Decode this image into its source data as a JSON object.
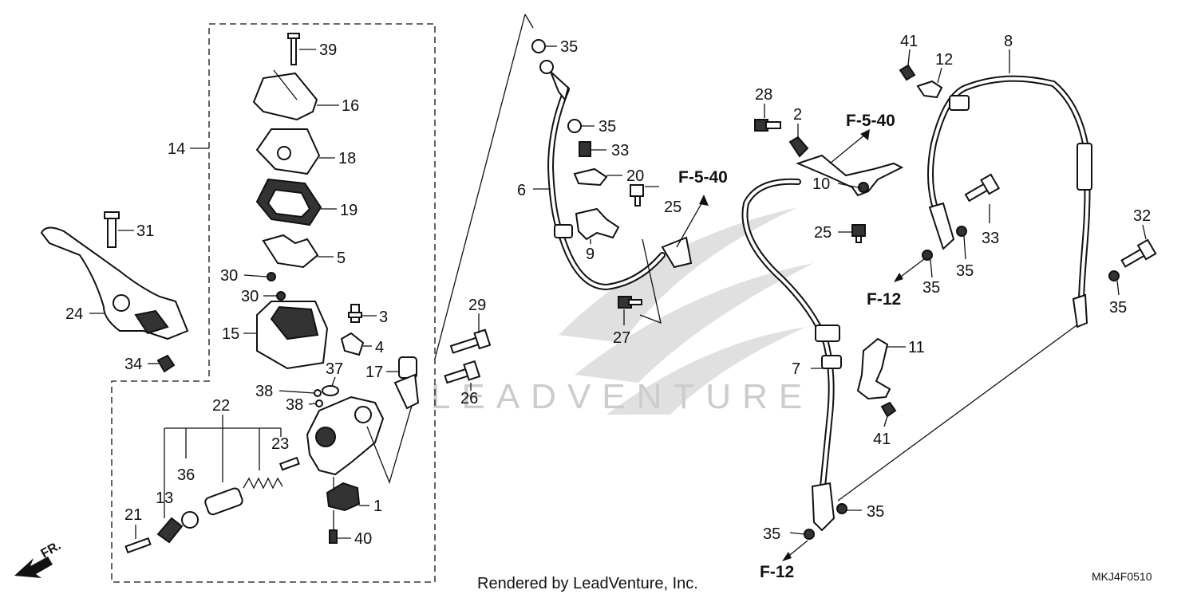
{
  "diagram": {
    "title": "Front brake master cylinder and brake hoses (parts diagram)",
    "watermark": "LEADVENTURE",
    "footer": "Rendered by LeadVenture, Inc.",
    "diagram_code": "MKJ4F0510",
    "direction_label": "FR.",
    "callouts": [
      "39",
      "16",
      "18",
      "19",
      "5",
      "30",
      "30",
      "15",
      "3",
      "4",
      "14",
      "31",
      "24",
      "34",
      "37",
      "38",
      "38",
      "22",
      "23",
      "36",
      "13",
      "21",
      "1",
      "40",
      "17",
      "29",
      "26",
      "35",
      "35",
      "33",
      "20",
      "25",
      "6",
      "9",
      "27",
      "28",
      "2",
      "10",
      "25",
      "41",
      "12",
      "8",
      "33",
      "35",
      "35",
      "32",
      "35",
      "11",
      "7",
      "41",
      "35",
      "35"
    ],
    "references": [
      "F-5-40",
      "F-5-40",
      "F-12",
      "F-12"
    ]
  }
}
